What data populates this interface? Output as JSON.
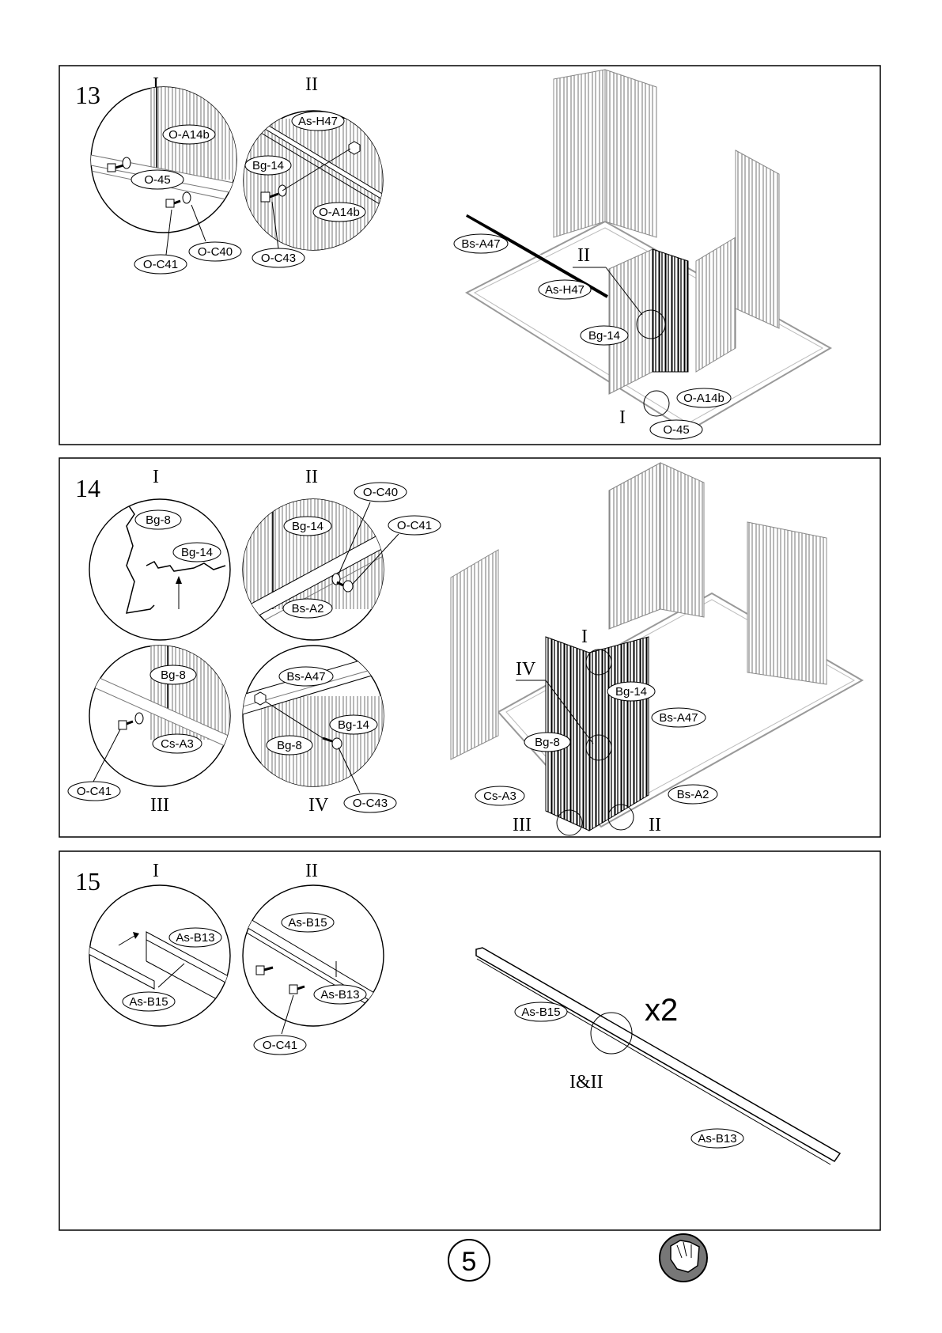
{
  "page": {
    "number": "5"
  },
  "steps": [
    {
      "id": "13",
      "views": [
        "I",
        "II"
      ],
      "callouts": {
        "a": "O-A14b",
        "b": "O-45",
        "c": "O-C40",
        "d": "O-C41",
        "e": "As-H47",
        "f": "Bg-14",
        "g": "O-A14b",
        "h": "O-C43",
        "m1": "Bs-A47",
        "m2": "As-H47",
        "m3": "Bg-14",
        "m4": "O-A14b",
        "m5": "O-45"
      },
      "marks": {
        "m_ii": "II",
        "m_i": "I"
      }
    },
    {
      "id": "14",
      "views": [
        "I",
        "II",
        "III",
        "IV"
      ],
      "callouts": {
        "a": "Bg-8",
        "b": "Bg-14",
        "c": "O-C40",
        "d": "Bg-14",
        "e": "O-C41",
        "f": "Bs-A2",
        "g": "Bg-8",
        "h": "Cs-A3",
        "i": "O-C41",
        "j": "Bs-A47",
        "k": "Bg-14",
        "l": "Bg-8",
        "m": "O-C43",
        "m1": "Bg-14",
        "m2": "Bs-A47",
        "m3": "Bg-8",
        "m4": "Cs-A3",
        "m5": "Bs-A2"
      },
      "marks": {
        "m_i": "I",
        "m_iv": "IV",
        "m_iii": "III",
        "m_ii": "II"
      }
    },
    {
      "id": "15",
      "views": [
        "I",
        "II"
      ],
      "callouts": {
        "a": "As-B13",
        "b": "As-B15",
        "c": "As-B15",
        "d": "As-B13",
        "e": "O-C41",
        "m1": "As-B15",
        "m2": "As-B13"
      },
      "marks": {
        "m_both": "I&II"
      },
      "multiplier": "x2"
    }
  ],
  "icons": [
    "gloves-icon"
  ]
}
